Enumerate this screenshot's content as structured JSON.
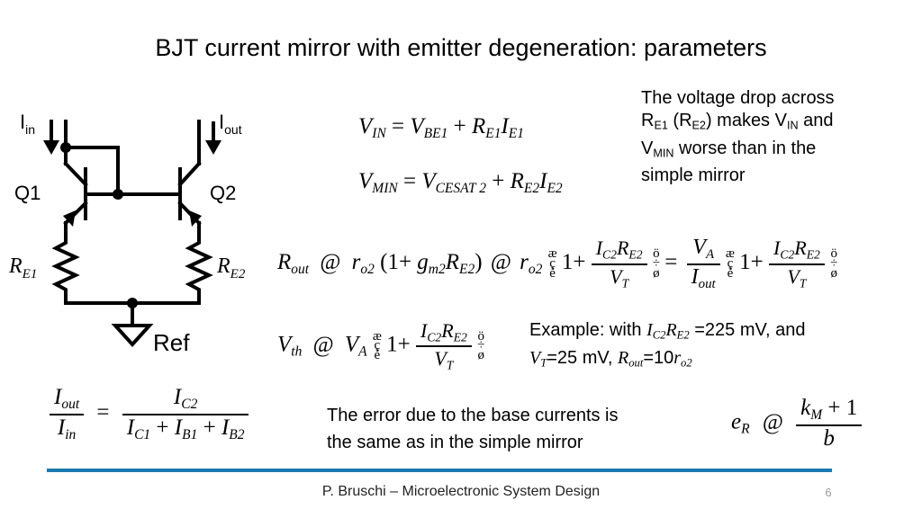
{
  "slide": {
    "title": "BJT current mirror with emitter degeneration: parameters"
  },
  "circuit": {
    "label_iin_main": "I",
    "label_iin_sub": "in",
    "label_iout_main": "I",
    "label_iout_sub": "out",
    "label_q1": "Q1",
    "label_q2": "Q2",
    "label_re1_main": "R",
    "label_re1_sub": "E1",
    "label_re2_main": "R",
    "label_re2_sub": "E2",
    "label_ground": "Ref"
  },
  "note_top_right": {
    "line1": "The voltage drop across",
    "line2_a": "R",
    "line2_sub_a": "E1",
    "line2_b": " (R",
    "line2_sub_b": "E2",
    "line2_c": ") makes V",
    "line2_sub_c": "IN",
    "line2_d": " and",
    "line3_a": "V",
    "line3_sub_a": "MIN",
    "line3_b": " worse than in the",
    "line4": "simple mirror"
  },
  "eq_vin": {
    "v1": "V",
    "v1s": "IN",
    "eq": " = ",
    "v2": "V",
    "v2s": "BE1",
    "plus": " + ",
    "r1": "R",
    "r1s": "E1",
    "i1": "I",
    "i1s": "E1"
  },
  "eq_vmin": {
    "v1": "V",
    "v1s": "MIN",
    "eq": " = ",
    "v2": "V",
    "v2s": "CESAT 2",
    "plus": " + ",
    "r1": "R",
    "r1s": "E2",
    "i1": "I",
    "i1s": "E2"
  },
  "eq_rout": {
    "lhs": "R",
    "lhs_sub": "out",
    "approx1": "@",
    "ro_a": "r",
    "ro_a_sub": "o2",
    "paren_open": "(",
    "one_a": "1+ ",
    "gm": "g",
    "gm_sub": "m2",
    "re": "R",
    "re_sub": "E2",
    "paren_close": ")",
    "approx2": "@",
    "ro_b": "r",
    "ro_b_sub": "o2",
    "bracket_left": [
      "æ",
      "ç",
      "è"
    ],
    "one_b": "1+ ",
    "num_i": "I",
    "num_i_sub": "C2",
    "num_r": "R",
    "num_r_sub": "E2",
    "den_v": "V",
    "den_v_sub": "T",
    "bracket_right": [
      "ö",
      "÷",
      "ø"
    ],
    "equals": "=",
    "va": "V",
    "va_sub": "A",
    "iout": "I",
    "iout_sub": "out",
    "bracket_left2": [
      "æ",
      "ç",
      "è"
    ],
    "one_c": "1+ ",
    "num_i2": "I",
    "num_i2_sub": "C2",
    "num_r2": "R",
    "num_r2_sub": "E2",
    "den_v2": "V",
    "den_v2_sub": "T",
    "bracket_right2": [
      "ö",
      "÷",
      "ø"
    ]
  },
  "eq_vth": {
    "lhs": "V",
    "lhs_sub": "th",
    "approx": "@",
    "va": "V",
    "va_sub": "A",
    "bracket_left": [
      "æ",
      "ç",
      "è"
    ],
    "one": "1+ ",
    "num_i": "I",
    "num_i_sub": "C2",
    "num_r": "R",
    "num_r_sub": "E2",
    "den_v": "V",
    "den_v_sub": "T",
    "bracket_right": [
      "ö",
      "÷",
      "ø"
    ]
  },
  "example": {
    "l1_a": "Example: with ",
    "l1_i": "I",
    "l1_i_sub": "C2",
    "l1_r": "R",
    "l1_r_sub": "E2",
    "l1_b": " =225 mV, and",
    "l2_v": "V",
    "l2_v_sub": "T",
    "l2_a": "=25 mV, ",
    "l2_r": "R",
    "l2_r_sub": "out",
    "l2_b": "=10",
    "l2_ro": "r",
    "l2_ro_sub": "o2"
  },
  "eq_ratio": {
    "num_left": "I",
    "num_left_sub": "out",
    "den_left": "I",
    "den_left_sub": "in",
    "equals": "=",
    "num_right": "I",
    "num_right_sub": "C2",
    "den_r1": "I",
    "den_r1_sub": "C1",
    "plus1": " + ",
    "den_r2": "I",
    "den_r2_sub": "B1",
    "plus2": " + ",
    "den_r3": "I",
    "den_r3_sub": "B2"
  },
  "note_bottom": {
    "line1": "The error due to the base currents is",
    "line2": "the same as in the simple mirror"
  },
  "eq_error": {
    "lhs": "e",
    "lhs_sub": "R",
    "approx": "@",
    "num_k": "k",
    "num_k_sub": "M",
    "num_rest": " + 1",
    "den": "b"
  },
  "footer": {
    "text": "P. Bruschi – Microelectronic System Design",
    "page": "6",
    "rule_color": "#1a7ab0"
  }
}
